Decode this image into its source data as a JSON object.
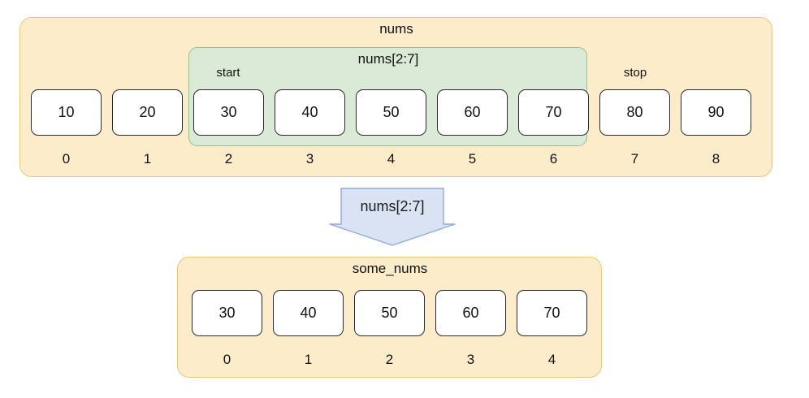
{
  "diagram": {
    "title_top": "nums",
    "title_slice": "nums[2:7]",
    "title_bottom": "some_nums",
    "arrow_label": "nums[2:7]",
    "marker_start": "start",
    "marker_stop": "stop",
    "colors": {
      "container_fill": "#fcecc9",
      "container_border": "#e3c77e",
      "slice_fill": "#dbead7",
      "slice_border": "#9dba90",
      "cell_fill": "#ffffff",
      "cell_border": "#2b2b2b",
      "arrow_fill": "#dae3f3",
      "arrow_border": "#8faadc",
      "text": "#111111",
      "background": "#ffffff"
    }
  },
  "top_array": {
    "name": "nums",
    "values": [
      "10",
      "20",
      "30",
      "40",
      "50",
      "60",
      "70",
      "80",
      "90"
    ],
    "indices": [
      "0",
      "1",
      "2",
      "3",
      "4",
      "5",
      "6",
      "7",
      "8"
    ],
    "slice_label": "nums[2:7]",
    "slice_start_index": "2",
    "slice_stop_index": "7",
    "start_marker": "start",
    "stop_marker": "stop"
  },
  "bottom_array": {
    "name": "some_nums",
    "values": [
      "30",
      "40",
      "50",
      "60",
      "70"
    ],
    "indices": [
      "0",
      "1",
      "2",
      "3",
      "4"
    ]
  }
}
